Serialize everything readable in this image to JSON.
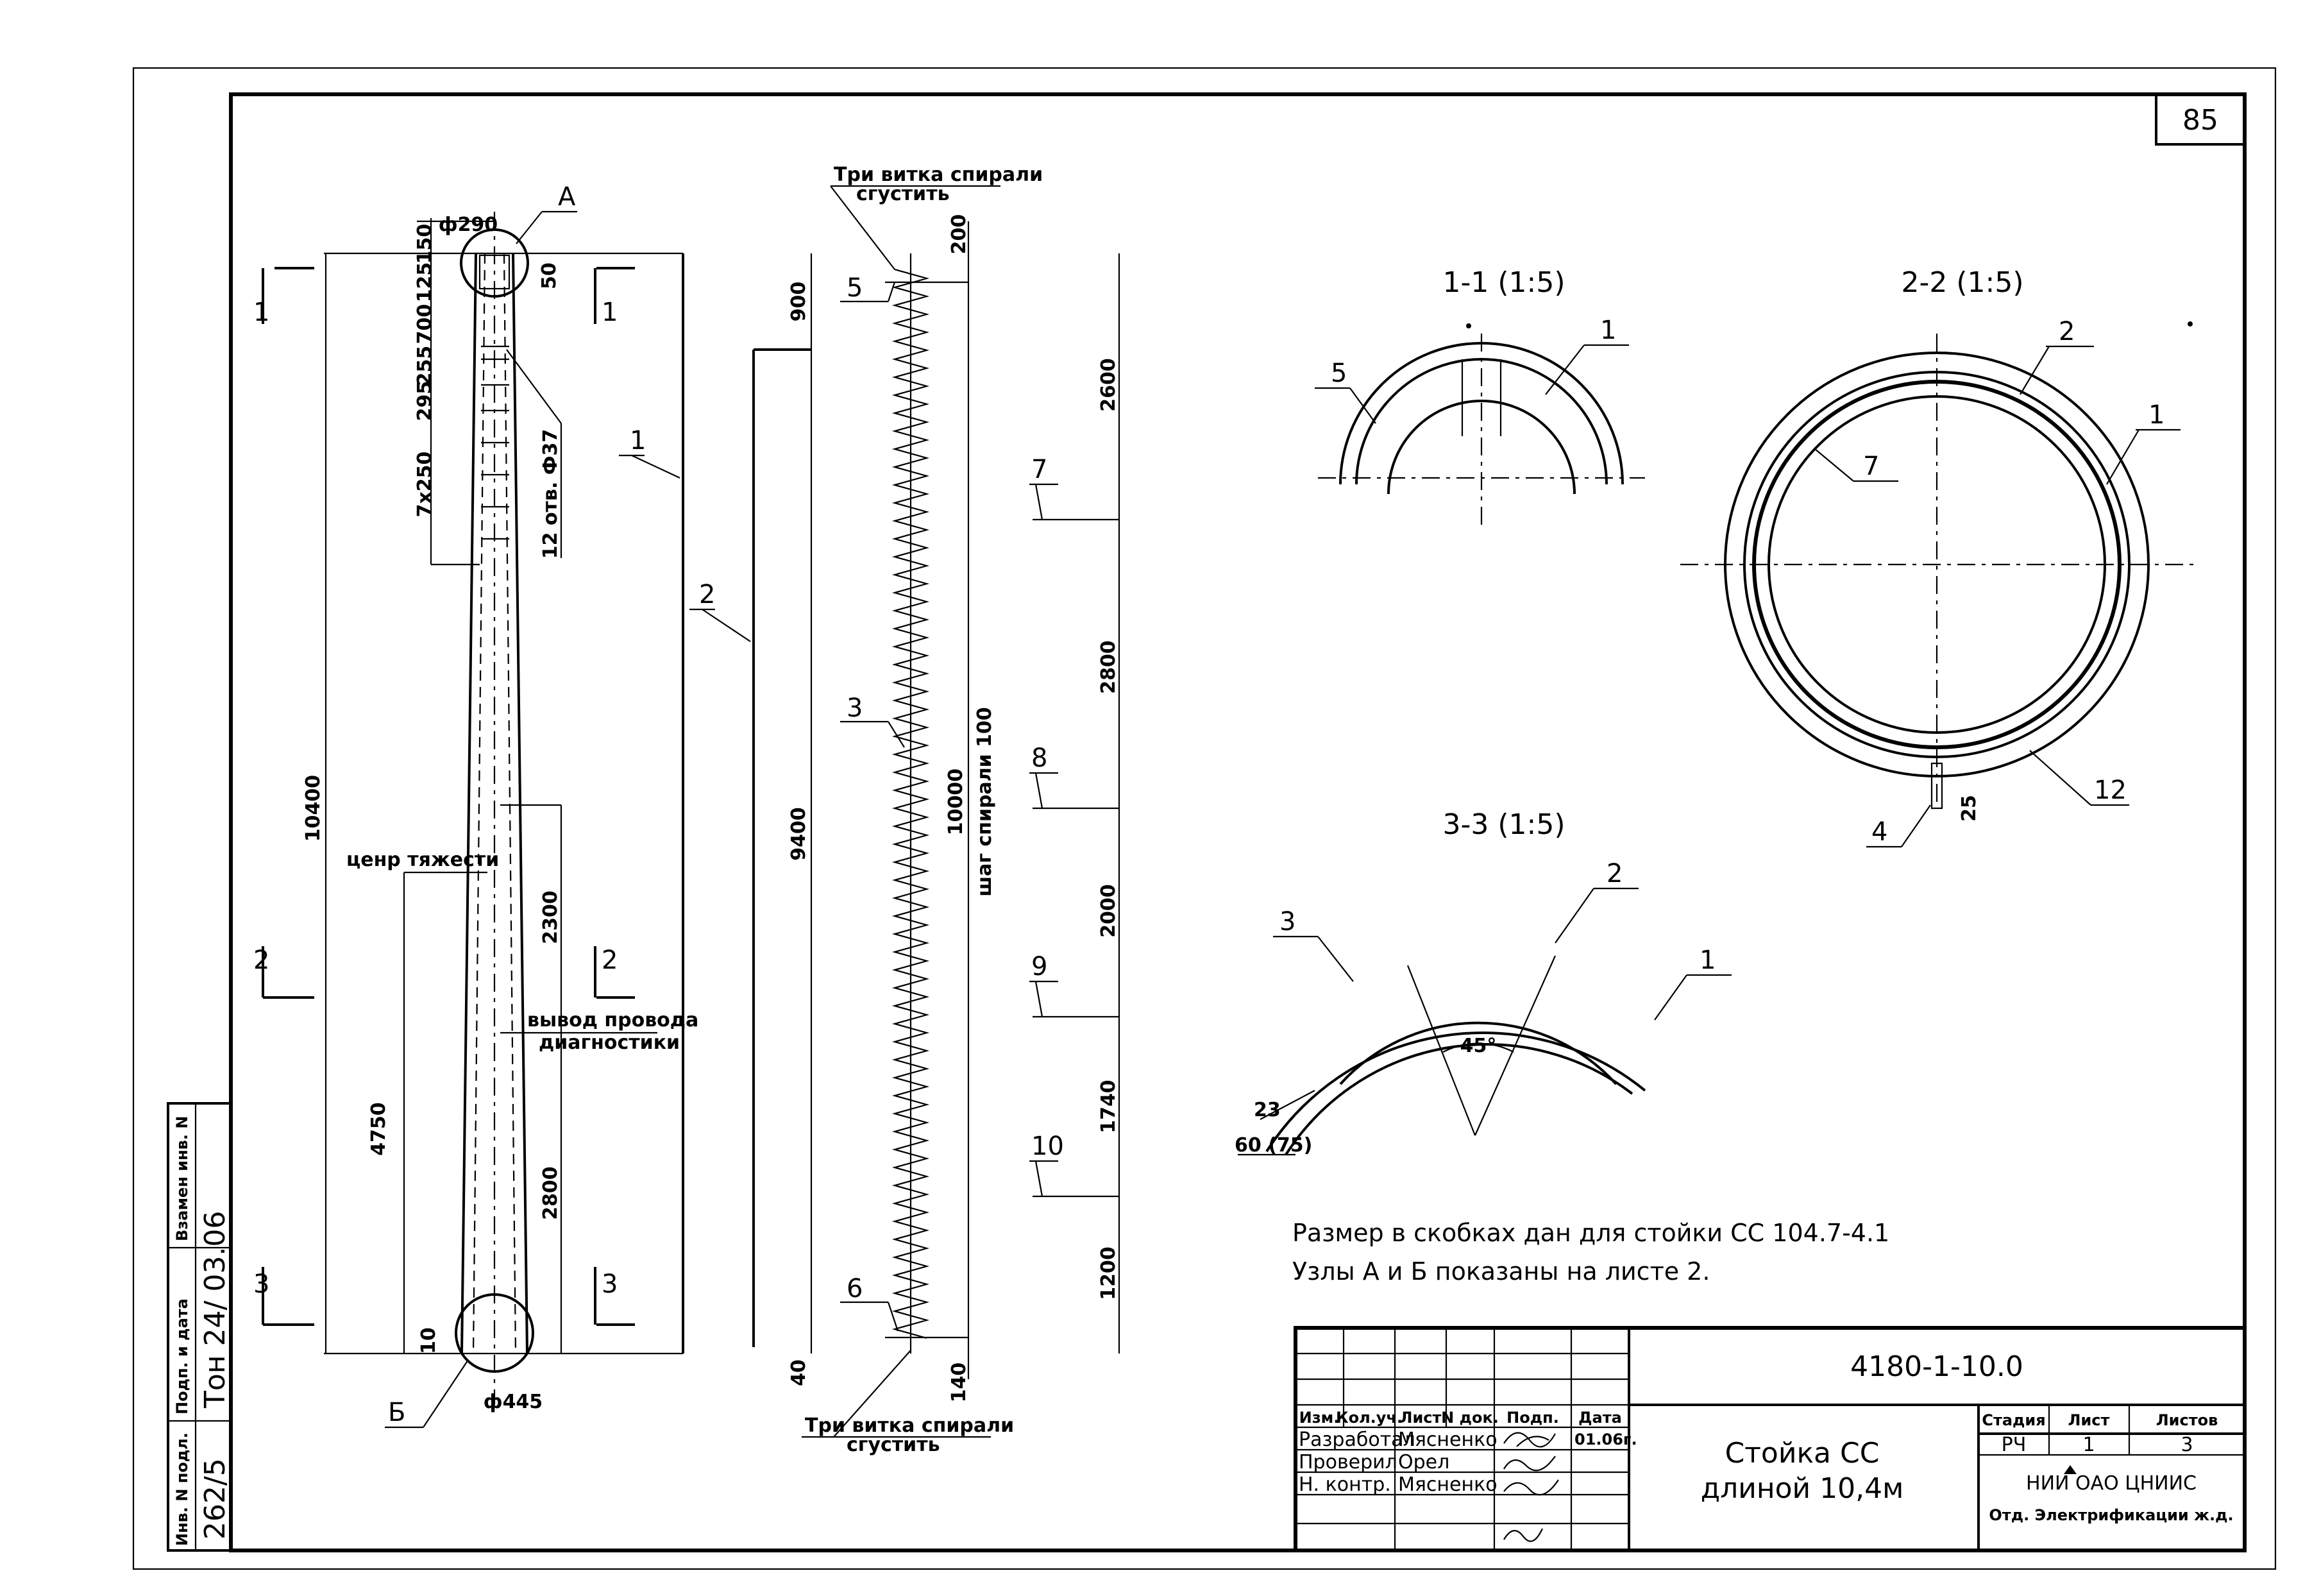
{
  "sheet_number": "85",
  "column_view": {
    "top_diameter": "ф290",
    "bottom_diameter": "ф445",
    "node_a": "А",
    "node_b": "Б",
    "holes_note": "12 отв. Ф37",
    "top_dims": [
      "150",
      "125",
      "700",
      "255",
      "295",
      "7x250"
    ],
    "top_dim_50": "50",
    "total_length": "10400",
    "lower_dim_4750": "4750",
    "dim_2300": "2300",
    "dim_2800": "2800",
    "dim_10": "10",
    "center_of_gravity": "ценр тяжести",
    "wire_line1": "вывод провода",
    "wire_line2": "диагностики",
    "section_marks": [
      "1",
      "1",
      "2",
      "2",
      "3",
      "3"
    ]
  },
  "reinforcement_view": {
    "callouts": [
      "1",
      "2",
      "3",
      "5",
      "6",
      "7",
      "8",
      "9",
      "10"
    ],
    "spiral_top_line1": "Три витка спирали",
    "spiral_top_line2": "сгустить",
    "spiral_bottom_line1": "Три витка спирали",
    "spiral_bottom_line2": "сгустить",
    "dim_900": "900",
    "dim_9400": "9400",
    "dim_40": "40",
    "dim_200": "200",
    "dim_10000": "10000",
    "spiral_pitch": "шаг спирали 100",
    "dim_140": "140",
    "seg_dims": [
      "2600",
      "2800",
      "2000",
      "1740",
      "1200"
    ]
  },
  "sections": {
    "s1_title": "1-1 (1:5)",
    "s1_labels": [
      "5",
      "1"
    ],
    "s2_title": "2-2 (1:5)",
    "s2_labels": [
      "2",
      "1",
      "7",
      "12",
      "4"
    ],
    "s2_dim": "25",
    "s3_title": "3-3 (1:5)",
    "s3_labels": [
      "3",
      "2",
      "1"
    ],
    "s3_angle": "45°",
    "s3_dim_23": "23",
    "s3_dim_60": "60 (75)"
  },
  "notes": [
    "Размер в скобках дан для стойки СС 104.7-4.1",
    "Узлы А и Б показаны на листе 2."
  ],
  "title_block": {
    "doc_code": "4180-1-10.0",
    "header_cols": [
      "Изм.",
      "Кол.уч.",
      "Лист",
      "N док.",
      "Подп.",
      "Дата"
    ],
    "rows": [
      {
        "role": "Разработал",
        "name": "Мясненко",
        "date": "01.06г."
      },
      {
        "role": "Проверил",
        "name": "Орел",
        "date": ""
      },
      {
        "role": "Н. контр.",
        "name": "Мясненко",
        "date": ""
      }
    ],
    "title_line1": "Стойка СС",
    "title_line2": "длиной 10,4м",
    "stage_header": "Стадия",
    "sheet_header": "Лист",
    "sheets_header": "Листов",
    "stage": "РЧ",
    "sheet": "1",
    "sheets": "3",
    "org_line1": "НИИ  ОАО ЦНИИС",
    "org_line2": "Отд. Электрификации ж.д."
  },
  "side_stamp": {
    "labels": [
      "Инв. N подл.",
      "Подп. и дата",
      "Взамен инв. N"
    ],
    "inv_value": "262/5",
    "sign_date": "Тон 24/ 03.06"
  }
}
